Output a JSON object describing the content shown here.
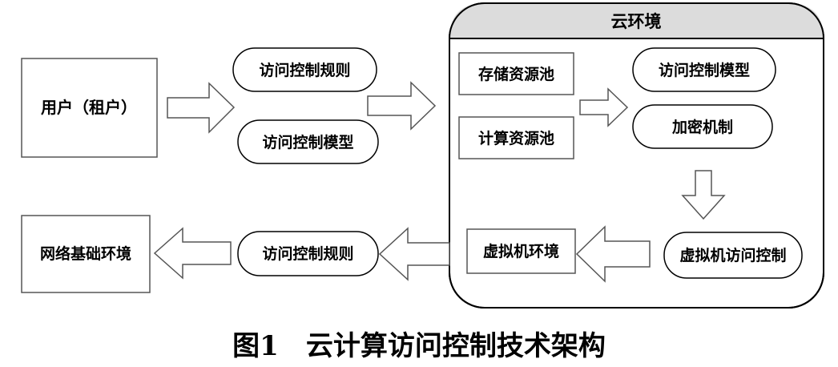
{
  "cloud": {
    "title": "云环境"
  },
  "nodes": {
    "user": "用户（租户）",
    "rule_top": "访问控制规则",
    "model_top": "访问控制模型",
    "storage_pool": "存储资源池",
    "compute_pool": "计算资源池",
    "cloud_model": "访问控制模型",
    "encryption": "加密机制",
    "vm_access_control": "虚拟机访问控制",
    "vm_env": "虚拟机环境",
    "rule_bottom": "访问控制规则",
    "network_env": "网络基础环境"
  },
  "caption": "图1　云计算访问控制技术架构"
}
